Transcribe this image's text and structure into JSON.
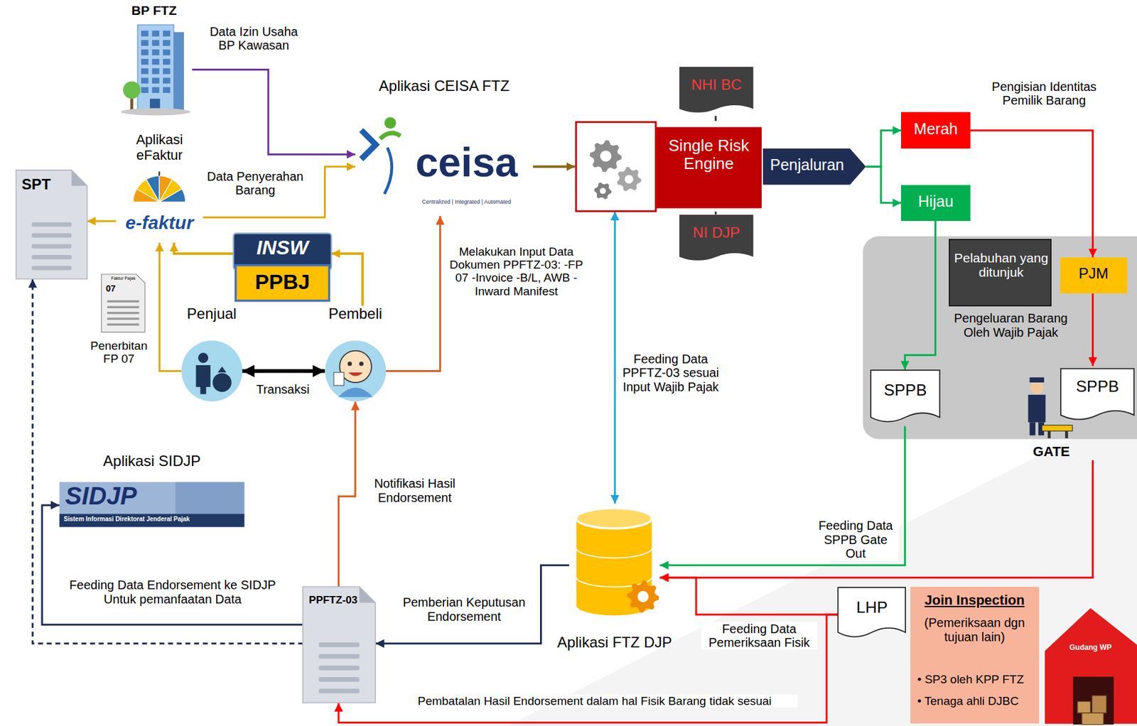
{
  "diagram": {
    "nodes": [
      {
        "text": [
          "BP FTZ"
        ]
      },
      {
        "text": [
          "Aplikasi eFaktur",
          "e-faktur"
        ]
      },
      {
        "text": [
          "SPT"
        ]
      },
      {
        "text": [
          "INSW",
          "PPBJ"
        ]
      },
      {
        "text": [
          "Aplikasi CEISA FTZ",
          "ceisa",
          "Centralized | Integrated | Automated"
        ]
      },
      {
        "text": [
          "Faktur Pajak",
          "07",
          "Penerbitan FP 07"
        ]
      },
      {
        "text": [
          "Penjual"
        ]
      },
      {
        "text": [
          "Pembeli"
        ]
      },
      {
        "text": [
          "Single Risk Engine"
        ]
      },
      {
        "text": [
          "NHI BC"
        ]
      },
      {
        "text": [
          "NI DJP"
        ]
      },
      {
        "text": [
          "Penjaluran"
        ]
      },
      {
        "text": [
          "Merah"
        ]
      },
      {
        "text": [
          "Hijau"
        ]
      },
      {
        "text": [
          "Pengeluaran Barang Oleh Wajib Pajak"
        ]
      },
      {
        "text": [
          "Pelabuhan yang ditunjuk"
        ],
        "in": 14
      },
      {
        "text": [
          "PJM"
        ],
        "in": 14
      },
      {
        "text": [
          "SPPB"
        ],
        "in": 14
      },
      {
        "text": [
          "SPPB",
          "GATE"
        ],
        "in": 14
      },
      {
        "text": [
          "Aplikasi FTZ DJP"
        ]
      },
      {
        "text": [
          "PPFTZ-03"
        ]
      },
      {
        "text": [
          "Aplikasi SIDJP",
          "SIDJP",
          "Sistem Informasi Direktorat Jenderal Pajak"
        ]
      },
      {
        "text": [
          "LHP"
        ]
      },
      {
        "text": [
          "Join Inspection",
          "(Pemeriksaan dgn tujuan lain)",
          "• SP3 oleh KPP FTZ",
          "• Tenaga ahli DJBC"
        ]
      },
      {
        "text": [
          "Gudang WP"
        ]
      }
    ],
    "edges": [
      {
        "from": 0,
        "to": 4,
        "label": "Data Izin Usaha BP Kawasan",
        "arrow": "to"
      },
      {
        "from": 1,
        "to": 4,
        "label": "Data Penyerahan Barang",
        "arrow": "to"
      },
      {
        "from": 1,
        "to": 2,
        "arrow": "to"
      },
      {
        "from": 3,
        "to": 1,
        "arrow": "to"
      },
      {
        "from": 6,
        "to": 1,
        "arrow": "to"
      },
      {
        "from": 7,
        "to": 3,
        "arrow": "to"
      },
      {
        "from": 6,
        "to": 7,
        "label": "Transaksi",
        "arrow": "both"
      },
      {
        "from": 7,
        "to": 4,
        "label": "Melakukan Input Data Dokumen PPFTZ-03: -FP 07 -Invoice -B/L, AWB -Inward Manifest",
        "arrow": "to"
      },
      {
        "from": 4,
        "to": 8,
        "arrow": "to"
      },
      {
        "from": 9,
        "to": 8,
        "arrow": "none"
      },
      {
        "from": 8,
        "to": 10,
        "arrow": "none"
      },
      {
        "from": 11,
        "to": 12,
        "arrow": "to"
      },
      {
        "from": 11,
        "to": 13,
        "arrow": "to"
      },
      {
        "from": 12,
        "to": 16,
        "label": "Pengisian Identitas Pemilik Barang",
        "arrow": "to"
      },
      {
        "from": 13,
        "to": 17,
        "arrow": "to"
      },
      {
        "from": 16,
        "to": 18,
        "arrow": "to"
      },
      {
        "from": 17,
        "to": 19,
        "label": "Feeding Data SPPB Gate Out",
        "arrow": "to"
      },
      {
        "from": 18,
        "to": 19,
        "arrow": "to"
      },
      {
        "from": 19,
        "to": 8,
        "label": "Feeding Data PPFTZ-03 sesuai Input Wajib Pajak",
        "arrow": "both"
      },
      {
        "from": 19,
        "to": 20,
        "label": "Pemberian Keputusan Endorsement",
        "arrow": "to"
      },
      {
        "from": 20,
        "to": 7,
        "label": "Notifikasi Hasil Endorsement",
        "arrow": "to"
      },
      {
        "from": 20,
        "to": 21,
        "label": "Feeding Data Endorsement ke SIDJP Untuk pemanfaatan Data",
        "arrow": "to"
      },
      {
        "from": 20,
        "to": 2,
        "arrow": "to"
      },
      {
        "from": 22,
        "to": 19,
        "label": "Feeding Data Pemeriksaan Fisik",
        "arrow": "to"
      },
      {
        "from": 22,
        "to": 20,
        "label": "Pembatalan Hasil Endorsement dalam hal Fisik Barang tidak sesuai",
        "arrow": "to"
      }
    ]
  }
}
